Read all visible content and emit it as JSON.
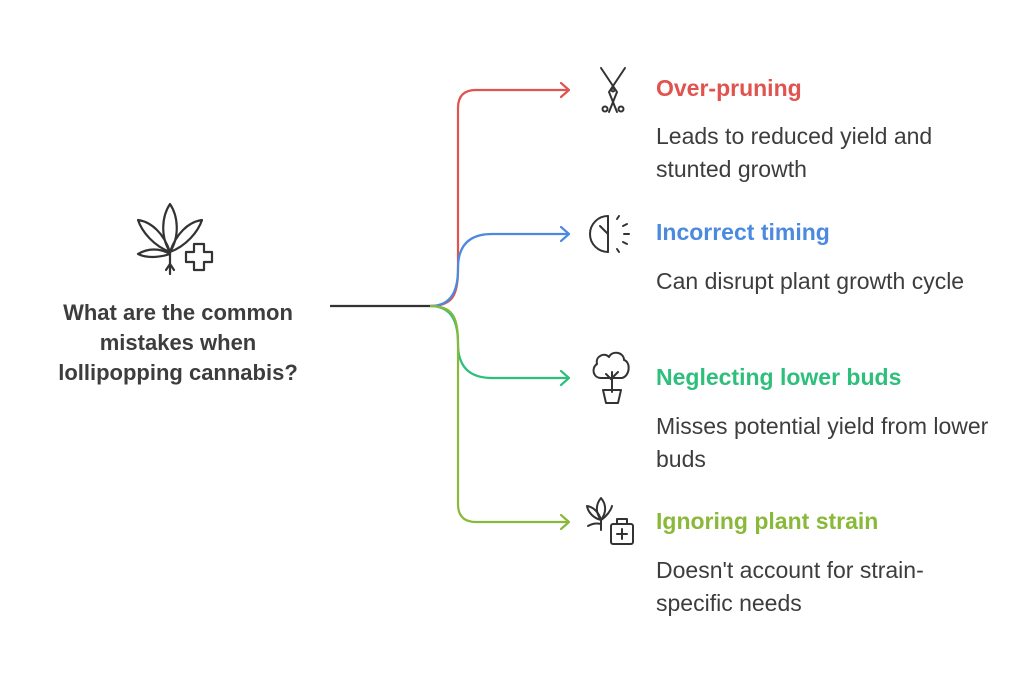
{
  "question": {
    "line1": "What are the common",
    "line2": "mistakes when",
    "line3": "lollipopping cannabis?",
    "icon": "cannabis-leaf-plus-icon"
  },
  "items": [
    {
      "title": "Over-pruning",
      "desc": "Leads to reduced yield and stunted growth",
      "color": "#e0534f",
      "icon": "pruning-shears-icon"
    },
    {
      "title": "Incorrect timing",
      "desc": "Can disrupt plant growth cycle",
      "color": "#4c8ae0",
      "icon": "half-clock-icon"
    },
    {
      "title": "Neglecting lower buds",
      "desc": "Misses potential yield from lower buds",
      "color": "#2fbf7c",
      "icon": "potted-tree-icon"
    },
    {
      "title": "Ignoring plant strain",
      "desc": "Doesn't account for strain-specific needs",
      "color": "#8ab83a",
      "icon": "cannabis-medkit-icon"
    }
  ]
}
